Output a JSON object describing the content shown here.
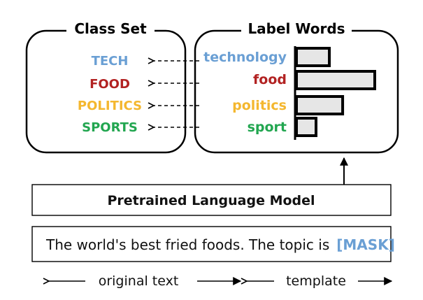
{
  "panels": {
    "class_set": "Class Set",
    "label_words": "Label Words"
  },
  "classes": [
    {
      "label": "TECH",
      "color": "#6a9fd4"
    },
    {
      "label": "FOOD",
      "color": "#b22222"
    },
    {
      "label": "POLITICS",
      "color": "#f4b72f"
    },
    {
      "label": "SPORTS",
      "color": "#22a650"
    }
  ],
  "label_words": [
    {
      "word": "technology",
      "color": "#6a9fd4",
      "score": 0.42
    },
    {
      "word": "food",
      "color": "#b22222",
      "score": 1.0
    },
    {
      "word": "politics",
      "color": "#f4b72f",
      "score": 0.59
    },
    {
      "word": "sport",
      "color": "#22a650",
      "score": 0.25
    }
  ],
  "model": {
    "label": "Pretrained Language Model"
  },
  "input": {
    "text": "The world's best fried foods. The topic is",
    "mask": "[MASK]",
    "mask_color": "#6a9fd4"
  },
  "legend": {
    "original": "original text",
    "template": "template"
  }
}
